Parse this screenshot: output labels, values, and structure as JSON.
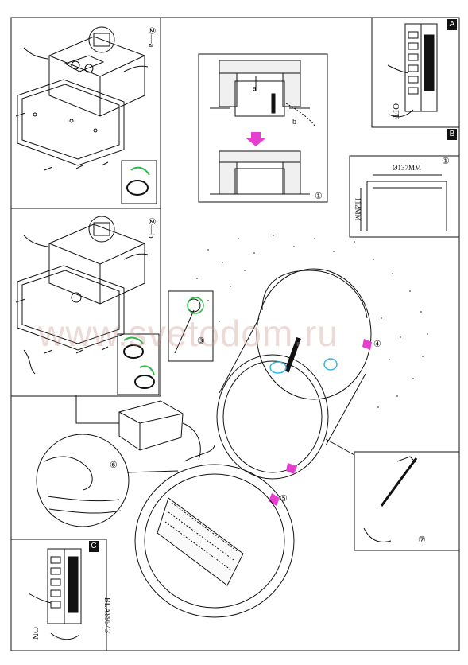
{
  "labels": {
    "step_2a": "②—a",
    "step_2b": "②—b",
    "panel_a": "A",
    "panel_b": "B",
    "panel_c": "C",
    "label_a": "a",
    "label_b": "b",
    "off_label": "OFF",
    "on_label": "ON",
    "diameter": "Ø137MM",
    "depth": "112MM",
    "model_code": "BLA89543",
    "step_1": "①",
    "step_3": "③",
    "step_4": "④",
    "step_5": "⑤",
    "step_6": "⑥",
    "step_7": "⑦"
  },
  "watermark": "www.svetodom.ru",
  "colors": {
    "line": "#111111",
    "green_ring": "#2fb84a",
    "cyan_ring": "#39b7e6",
    "magenta_arrow": "#e63fd0",
    "watermark": "#c89088"
  }
}
